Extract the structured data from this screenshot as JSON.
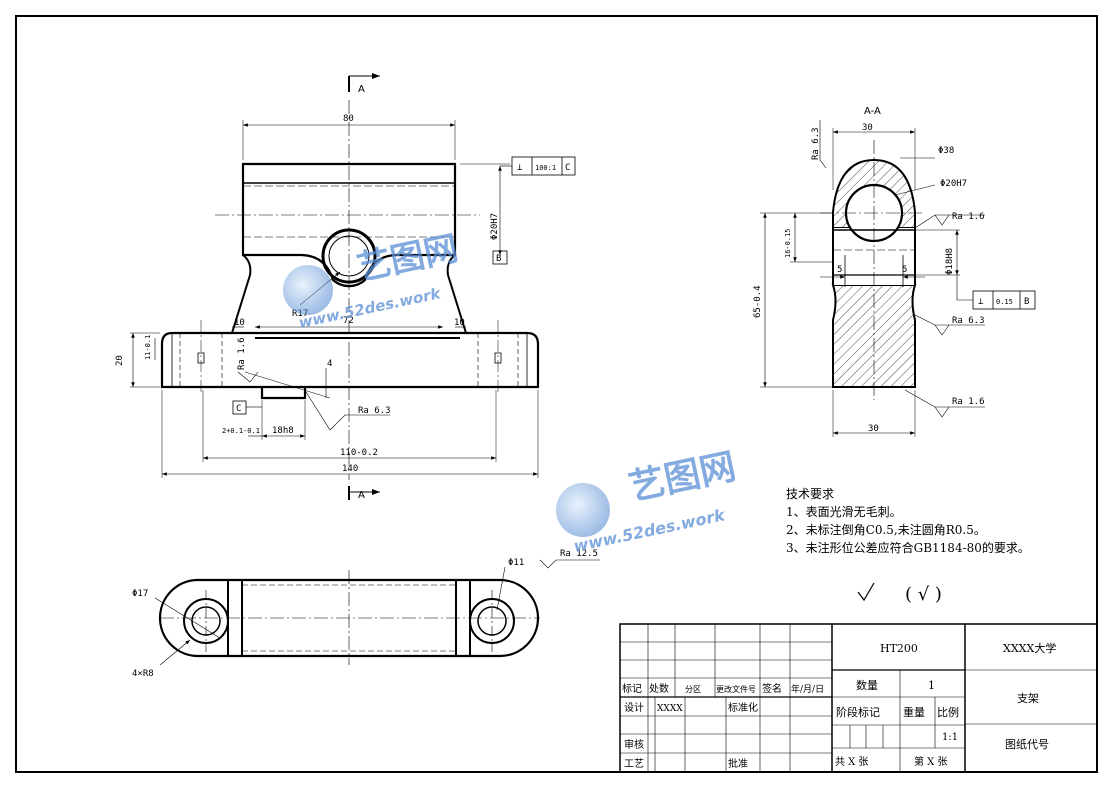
{
  "section_mark": "A",
  "section_title": "A-A",
  "front": {
    "dims": {
      "d80": "80",
      "d72": "72",
      "d10a": "10",
      "d10b": "10",
      "d20": "20",
      "d11": "11-0.1",
      "r17": "R17",
      "d4": "4",
      "d2": "2+0.1-0.1",
      "d18h8": "18h8",
      "d110": "110-0.2",
      "d140": "140",
      "phi20h7": "Φ20H7",
      "ra16": "Ra 1.6",
      "ra63": "Ra 6.3"
    },
    "tol_frame": {
      "symbol": "⊥",
      "value": "100:1",
      "datum": "C"
    },
    "datum_b": "B",
    "datum_c": "C"
  },
  "section": {
    "dims": {
      "d30top": "30",
      "phi38": "Φ38",
      "phi20h7": "Φ20H7",
      "phi18h8": "Φ18H8",
      "d16": "16-0.15",
      "d65": "65-0.4",
      "d5a": "5",
      "d5b": "5",
      "d30bot": "30",
      "ra63a": "Ra 6.3",
      "ra16a": "Ra 1.6",
      "ra63b": "Ra 6.3",
      "ra16b": "Ra 1.6"
    },
    "tol_frame": {
      "symbol": "⊥",
      "value": "0.15",
      "datum": "B"
    }
  },
  "top": {
    "dims": {
      "phi17": "Φ17",
      "phi11": "Φ11",
      "r8": "4×R8",
      "ra125": "Ra 12.5"
    }
  },
  "tech_req": {
    "title": "技术要求",
    "items": [
      "1、表面光滑无毛刺。",
      "2、未标注倒角C0.5,未注圆角R0.5。",
      "3、未注形位公差应符合GB1184-80的要求。"
    ]
  },
  "roughness_note": "( √ )",
  "title_block": {
    "material": "HT200",
    "school": "XXXX大学",
    "part_name": "支架",
    "drawing_no": "图纸代号",
    "qty_label": "数量",
    "qty_value": "1",
    "stage_label": "阶段标记",
    "weight_label": "重量",
    "scale_label": "比例",
    "scale_value": "1:1",
    "sheets_total": "共 X 张",
    "sheet_no": "第 X 张",
    "row_labels": [
      "标记",
      "处数",
      "分区",
      "更改文件号",
      "签名",
      "年/月/日"
    ],
    "design": "设计",
    "designer": "XXXX",
    "std": "标准化",
    "check": "审核",
    "process": "工艺",
    "approve": "批准"
  },
  "watermark": {
    "brand": "艺图网",
    "url": "www.52des.work"
  }
}
